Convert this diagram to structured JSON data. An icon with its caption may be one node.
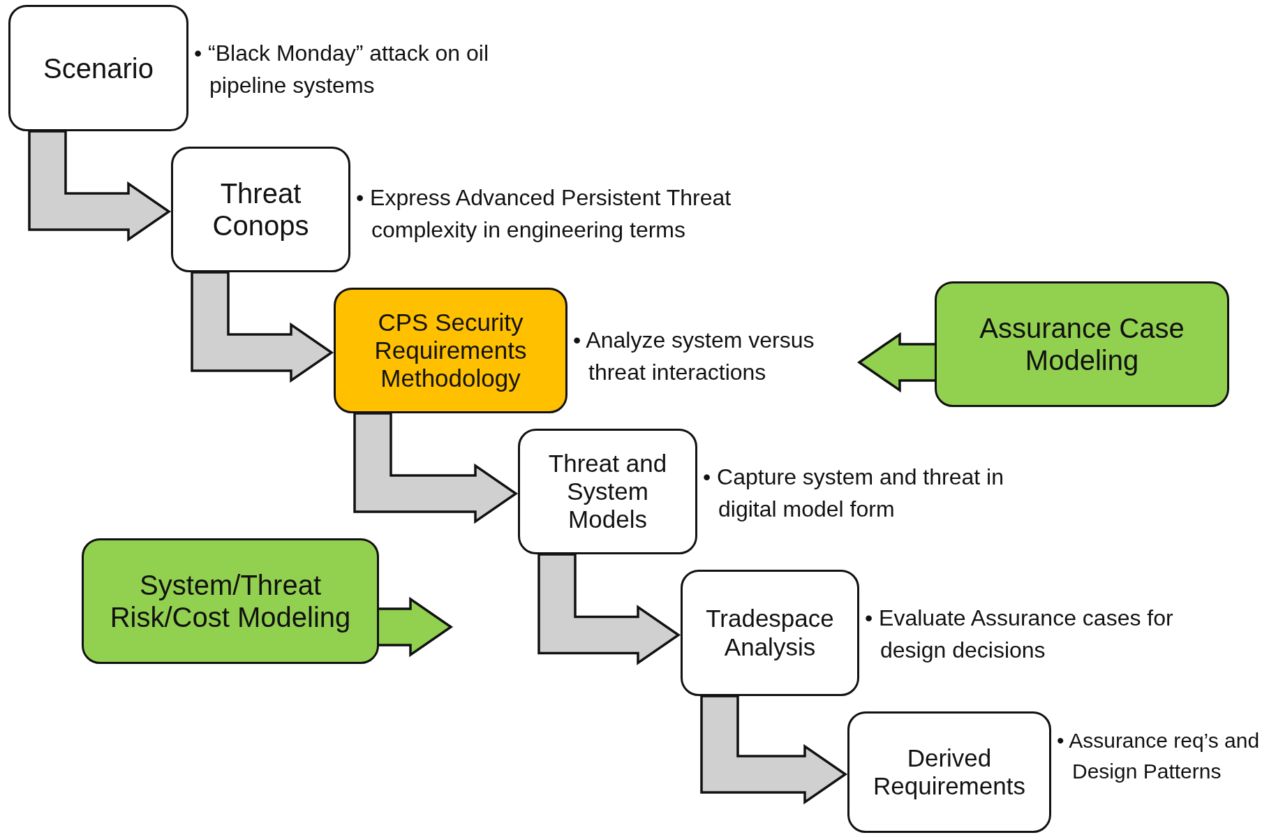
{
  "diagram": {
    "nodes": [
      {
        "text": [
          "Scenario"
        ],
        "beside": [
          "• “Black Monday” attack on oil pipeline systems"
        ]
      },
      {
        "text": [
          "Threat Conops"
        ],
        "beside": [
          "• Express Advanced Persistent Threat complexity in engineering terms"
        ]
      },
      {
        "text": [
          "CPS Security Requirements Methodology"
        ],
        "beside": [
          "• Analyze system versus threat interactions"
        ]
      },
      {
        "text": [
          "Assurance Case Modeling"
        ]
      },
      {
        "text": [
          "Threat and System Models"
        ],
        "beside": [
          "• Capture system and threat in digital model form"
        ]
      },
      {
        "text": [
          "System/Threat Risk/Cost Modeling"
        ]
      },
      {
        "text": [
          "Tradespace Analysis"
        ],
        "beside": [
          "• Evaluate Assurance cases for design decisions"
        ]
      },
      {
        "text": [
          "Derived Requirements"
        ],
        "beside": [
          "• Assurance req’s and Design Patterns"
        ]
      }
    ],
    "edges": [
      {
        "from": 0,
        "to": 1,
        "arrow": "to"
      },
      {
        "from": 1,
        "to": 2,
        "arrow": "to"
      },
      {
        "from": 2,
        "to": 4,
        "arrow": "to"
      },
      {
        "from": 4,
        "to": 6,
        "arrow": "to"
      },
      {
        "from": 6,
        "to": 7,
        "arrow": "to"
      },
      {
        "from": 3,
        "to": null,
        "arrow": "to",
        "color": "#92d050"
      },
      {
        "from": 5,
        "to": null,
        "arrow": "to",
        "color": "#92d050"
      }
    ]
  }
}
